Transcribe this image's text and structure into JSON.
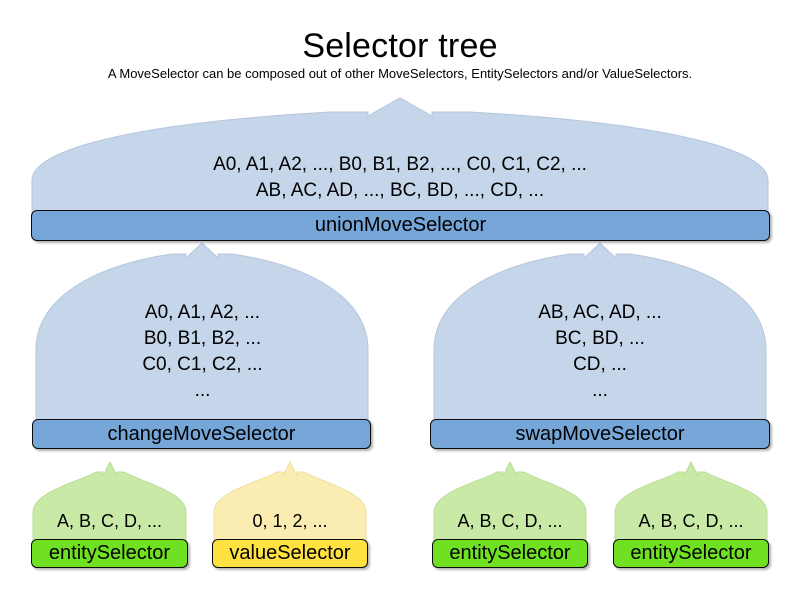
{
  "header": {
    "title": "Selector tree",
    "subtitle": "A MoveSelector can be composed out of other MoveSelectors, EntitySelectors and/or ValueSelectors."
  },
  "colors": {
    "fan_blue": "#c5d5ea",
    "bar_blue": "#76a5d8",
    "fan_green": "#c8eaa6",
    "bar_green": "#6fe022",
    "fan_yellow": "#fbedb2",
    "bar_yellow": "#ffe141",
    "outline": "#0b0b0b",
    "fan_outline": "#b7c6da",
    "background": "#ffffff",
    "text": "#000000"
  },
  "nodes": {
    "union": {
      "label": "unionMoveSelector",
      "output_lines": [
        "A0, A1, A2, ..., B0, B1, B2, ..., C0, C1, C2, ...",
        "AB, AC, AD, ..., BC, BD, ..., CD, ..."
      ]
    },
    "change": {
      "label": "changeMoveSelector",
      "output_lines": [
        "A0, A1, A2, ...",
        "B0, B1, B2, ...",
        "C0, C1, C2, ...",
        "..."
      ]
    },
    "swap": {
      "label": "swapMoveSelector",
      "output_lines": [
        "AB, AC, AD, ...",
        "BC, BD, ...",
        "CD, ...",
        "..."
      ]
    },
    "leaves": [
      {
        "label": "entitySelector",
        "output_lines": [
          "A, B, C, D, ..."
        ],
        "kind": "entity"
      },
      {
        "label": "valueSelector",
        "output_lines": [
          "0, 1, 2, ..."
        ],
        "kind": "value"
      },
      {
        "label": "entitySelector",
        "output_lines": [
          "A, B, C, D, ..."
        ],
        "kind": "entity"
      },
      {
        "label": "entitySelector",
        "output_lines": [
          "A, B, C, D, ..."
        ],
        "kind": "entity"
      }
    ]
  }
}
